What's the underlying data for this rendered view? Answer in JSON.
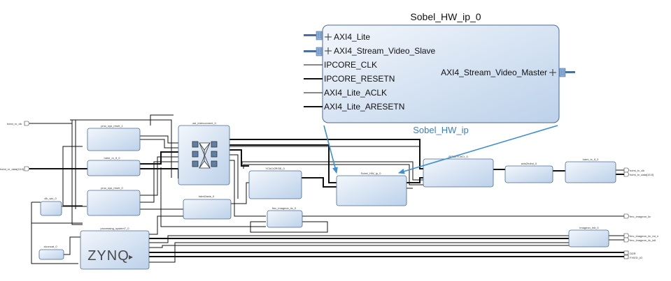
{
  "zoom_block": {
    "instance": "Sobel_HW_ip_0",
    "type": "Sobel_HW_ip",
    "ports_left": [
      "AXI4_Lite",
      "AXI4_Stream_Video_Slave",
      "IPCORE_CLK",
      "IPCORE_RESETN",
      "AXI4_Lite_ACLK",
      "AXI4_Lite_ARESETN"
    ],
    "ports_right": [
      "AXI4_Stream_Video_Master"
    ]
  },
  "blocks": {
    "proc_sys_reset_1": "proc_sys_reset_1",
    "hdmi_in_if": "hdmi_rx_if_0",
    "proc_sys_reset_0": "proc_sys_reset_0",
    "clk_wiz": "clk_wiz_0",
    "axi_interconnect": "axi_interconnect_0",
    "ycbcr2rgb": "YCbCr2RGB_0",
    "hdmi2axis": "hdmi2axis_0",
    "fmc_imageon_iic": "fmc_imageon_iic_0",
    "sobel_small": "Sobel_HW_ip_0",
    "rgb2ycbcr": "RGB2YCbCr_0",
    "axis2hdmi": "axis2hdmi_0",
    "hdmi_tx_if": "hdmi_tx_if_0",
    "imageon_init": "imageon_init_0",
    "processing_system": "processing_system7_0",
    "xlconcat": "xlconcat_0",
    "zynq_logo": "ZYNQ"
  },
  "external_ports": {
    "hdmi_rx_clk": "hdmi_rx_clk",
    "hdmi_rx_data": "hdmi_rx_data[15:0]",
    "hdmi_tx_clk": "hdmi_tx_clk",
    "hdmi_tx_data": "hdmi_tx_data[15:0]",
    "fmc_imageon_iic": "fmc_imageon_iic",
    "fmc_imageon_iic_rst_n": "fmc_imageon_iic_rst_n",
    "fmc_imageon_iic_init": "fmc_imageon_iic_init",
    "ddr": "DDR",
    "fixed_io": "FIXED_IO"
  },
  "colors": {
    "block_fill_top": "#f2f6fc",
    "block_fill_bottom": "#bdd2ea",
    "block_stroke": "#4b6a92",
    "wire": "#111111",
    "callout_arrow": "#3d8fd6",
    "type_label": "#3d7cc4"
  }
}
